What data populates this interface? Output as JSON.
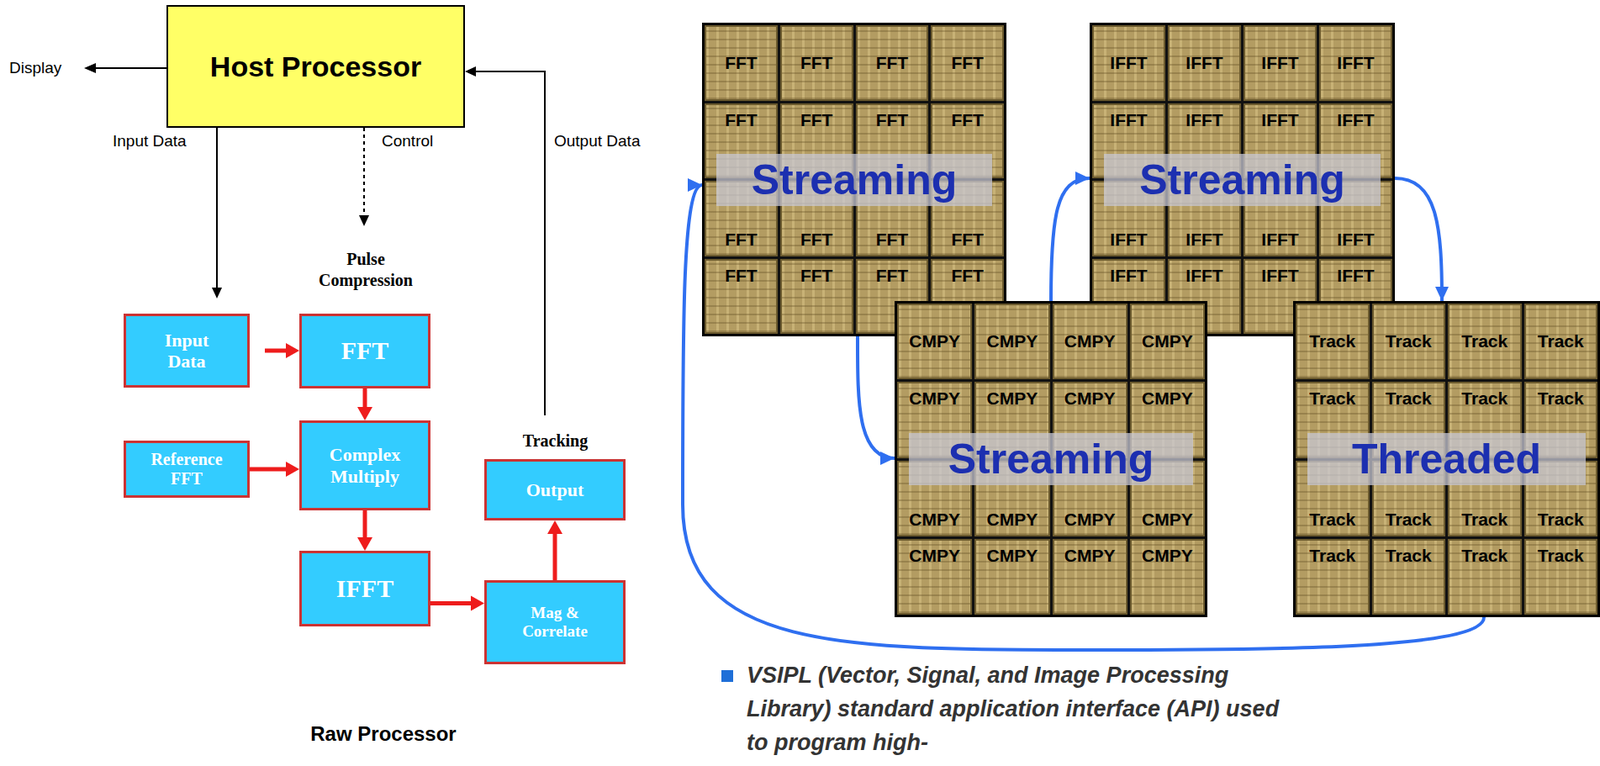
{
  "diagram": {
    "nodes": [
      {
        "text": [
          "Host Processor"
        ]
      },
      {
        "text": [
          "Raw Processor"
        ]
      },
      {
        "text": [
          "Input Data"
        ],
        "in": 1
      },
      {
        "text": [
          "Pulse Compression"
        ],
        "in": 1
      },
      {
        "text": [
          "FFT"
        ],
        "in": 3
      },
      {
        "text": [
          "Reference FFT"
        ],
        "in": 1
      },
      {
        "text": [
          "Complex Multiply"
        ],
        "in": 3
      },
      {
        "text": [
          "IFFT"
        ],
        "in": 3
      },
      {
        "text": [
          "Tracking"
        ],
        "in": 1
      },
      {
        "text": [
          "Output"
        ],
        "in": 8
      },
      {
        "text": [
          "Mag & Correlate"
        ],
        "in": 8
      },
      {
        "text": [
          "Streaming"
        ]
      },
      {
        "text": [
          "FFT"
        ],
        "in": 11
      },
      {
        "text": [
          "FFT"
        ],
        "in": 11
      },
      {
        "text": [
          "FFT"
        ],
        "in": 11
      },
      {
        "text": [
          "FFT"
        ],
        "in": 11
      },
      {
        "text": [
          "FFT"
        ],
        "in": 11
      },
      {
        "text": [
          "FFT"
        ],
        "in": 11
      },
      {
        "text": [
          "FFT"
        ],
        "in": 11
      },
      {
        "text": [
          "FFT"
        ],
        "in": 11
      },
      {
        "text": [
          "FFT"
        ],
        "in": 11
      },
      {
        "text": [
          "FFT"
        ],
        "in": 11
      },
      {
        "text": [
          "FFT"
        ],
        "in": 11
      },
      {
        "text": [
          "FFT"
        ],
        "in": 11
      },
      {
        "text": [
          "FFT"
        ],
        "in": 11
      },
      {
        "text": [
          "FFT"
        ],
        "in": 11
      },
      {
        "text": [
          "FFT"
        ],
        "in": 11
      },
      {
        "text": [
          "FFT"
        ],
        "in": 11
      },
      {
        "text": [
          "Streaming"
        ]
      },
      {
        "text": [
          "IFFT"
        ],
        "in": 28
      },
      {
        "text": [
          "IFFT"
        ],
        "in": 28
      },
      {
        "text": [
          "IFFT"
        ],
        "in": 28
      },
      {
        "text": [
          "IFFT"
        ],
        "in": 28
      },
      {
        "text": [
          "IFFT"
        ],
        "in": 28
      },
      {
        "text": [
          "IFFT"
        ],
        "in": 28
      },
      {
        "text": [
          "IFFT"
        ],
        "in": 28
      },
      {
        "text": [
          "IFFT"
        ],
        "in": 28
      },
      {
        "text": [
          "IFFT"
        ],
        "in": 28
      },
      {
        "text": [
          "IFFT"
        ],
        "in": 28
      },
      {
        "text": [
          "IFFT"
        ],
        "in": 28
      },
      {
        "text": [
          "IFFT"
        ],
        "in": 28
      },
      {
        "text": [
          "IFFT"
        ],
        "in": 28
      },
      {
        "text": [
          "IFFT"
        ],
        "in": 28
      },
      {
        "text": [
          "IFFT"
        ],
        "in": 28
      },
      {
        "text": [
          "IFFT"
        ],
        "in": 28
      },
      {
        "text": [
          "Streaming"
        ]
      },
      {
        "text": [
          "CMPY"
        ],
        "in": 45
      },
      {
        "text": [
          "CMPY"
        ],
        "in": 45
      },
      {
        "text": [
          "CMPY"
        ],
        "in": 45
      },
      {
        "text": [
          "CMPY"
        ],
        "in": 45
      },
      {
        "text": [
          "CMPY"
        ],
        "in": 45
      },
      {
        "text": [
          "CMPY"
        ],
        "in": 45
      },
      {
        "text": [
          "CMPY"
        ],
        "in": 45
      },
      {
        "text": [
          "CMPY"
        ],
        "in": 45
      },
      {
        "text": [
          "CMPY"
        ],
        "in": 45
      },
      {
        "text": [
          "CMPY"
        ],
        "in": 45
      },
      {
        "text": [
          "CMPY"
        ],
        "in": 45
      },
      {
        "text": [
          "CMPY"
        ],
        "in": 45
      },
      {
        "text": [
          "CMPY"
        ],
        "in": 45
      },
      {
        "text": [
          "CMPY"
        ],
        "in": 45
      },
      {
        "text": [
          "CMPY"
        ],
        "in": 45
      },
      {
        "text": [
          "CMPY"
        ],
        "in": 45
      },
      {
        "text": [
          "Threaded"
        ]
      },
      {
        "text": [
          "Track"
        ],
        "in": 62
      },
      {
        "text": [
          "Track"
        ],
        "in": 62
      },
      {
        "text": [
          "Track"
        ],
        "in": 62
      },
      {
        "text": [
          "Track"
        ],
        "in": 62
      },
      {
        "text": [
          "Track"
        ],
        "in": 62
      },
      {
        "text": [
          "Track"
        ],
        "in": 62
      },
      {
        "text": [
          "Track"
        ],
        "in": 62
      },
      {
        "text": [
          "Track"
        ],
        "in": 62
      },
      {
        "text": [
          "Track"
        ],
        "in": 62
      },
      {
        "text": [
          "Track"
        ],
        "in": 62
      },
      {
        "text": [
          "Track"
        ],
        "in": 62
      },
      {
        "text": [
          "Track"
        ],
        "in": 62
      },
      {
        "text": [
          "Track"
        ],
        "in": 62
      },
      {
        "text": [
          "Track"
        ],
        "in": 62
      },
      {
        "text": [
          "Track"
        ],
        "in": 62
      },
      {
        "text": [
          "Track"
        ],
        "in": 62
      }
    ],
    "edges": [
      {
        "from": 0,
        "to": 2,
        "label": "Input Data",
        "arrow": "to"
      },
      {
        "from": 0,
        "to": 3,
        "label": "Control",
        "arrow": "to"
      },
      {
        "from": 8,
        "to": 0,
        "label": "Output Data",
        "arrow": "to"
      },
      {
        "from": 2,
        "to": 4,
        "arrow": "to"
      },
      {
        "from": 4,
        "to": 6,
        "arrow": "to"
      },
      {
        "from": 5,
        "to": 6,
        "arrow": "to"
      },
      {
        "from": 6,
        "to": 7,
        "arrow": "to"
      },
      {
        "from": 7,
        "to": 10,
        "arrow": "to"
      },
      {
        "from": 10,
        "to": 9,
        "arrow": "to"
      },
      {
        "from": 11,
        "to": 45,
        "arrow": "to"
      },
      {
        "from": 45,
        "to": 28,
        "arrow": "to"
      },
      {
        "from": 28,
        "to": 62,
        "arrow": "to"
      },
      {
        "from": 62,
        "to": 11,
        "arrow": "to"
      }
    ],
    "labels": [
      "Display",
      "VSIPL (Vector, Signal, and Image Processing Library) standard application interface (API) used to program high-"
    ]
  }
}
